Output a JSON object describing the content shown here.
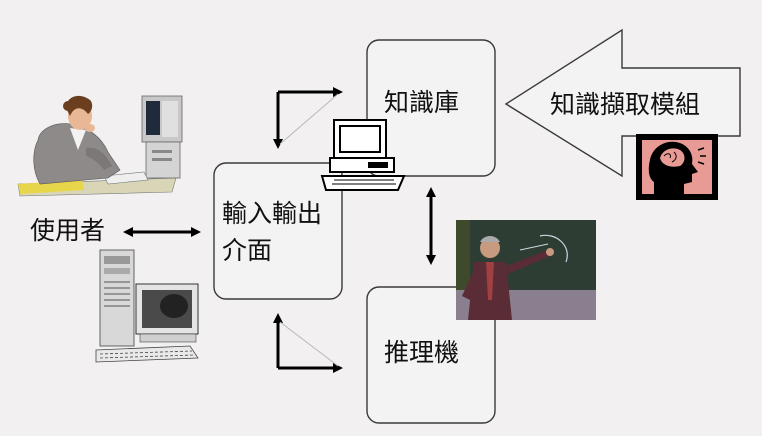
{
  "diagram": {
    "user_label": "使用者",
    "io_interface_label_line1": "輸入輸出",
    "io_interface_label_line2": "介面",
    "knowledge_base_label": "知識庫",
    "inference_engine_label": "推理機",
    "knowledge_acquisition_label": "知識擷取模組"
  },
  "icons": {
    "user_clipart": "woman-at-computer-clipart",
    "desktop_computer": "desktop-computer-clipart",
    "small_computer": "computer-clipart",
    "brain_head": "head-with-brain-icon",
    "lecturer": "lecturer-at-chalkboard-photo"
  },
  "colors": {
    "background": "#f2f0f1",
    "box_border": "#3a3a3a",
    "arrow": "#000000",
    "brain_head_bg": "#e89a94"
  }
}
